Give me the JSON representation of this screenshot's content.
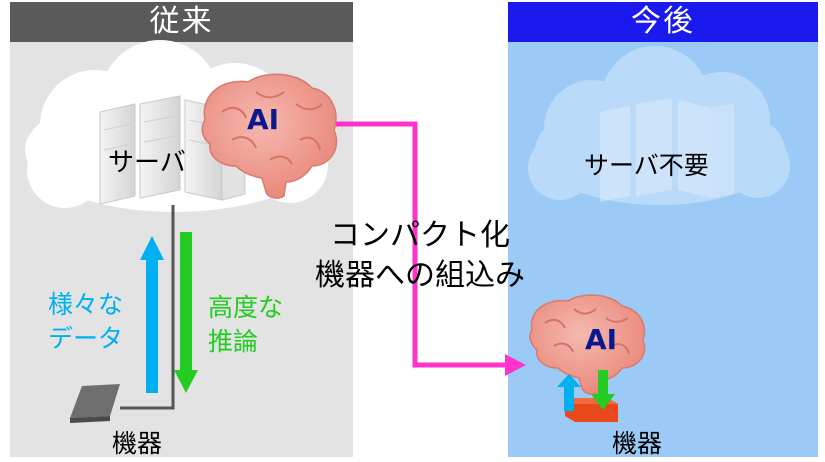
{
  "before": {
    "header": "従来",
    "server_label": "サーバ",
    "ai_label": "AI",
    "up_label_line1": "様々な",
    "up_label_line2": "データ",
    "down_label_line1": "高度な",
    "down_label_line2": "推論",
    "device_label": "機器"
  },
  "after": {
    "header": "今後",
    "server_label": "サーバ不要",
    "ai_label": "AI",
    "device_label": "機器"
  },
  "transition": {
    "line1": "コンパクト化",
    "line2": "機器への組込み"
  },
  "colors": {
    "before_header": "#5a5a5a",
    "before_bg": "#e3e3e3",
    "after_header": "#1a1aee",
    "after_bg": "#9ccaf6",
    "data_arrow": "#00b0f0",
    "inference_arrow": "#22cc22",
    "transition_arrow": "#ff33cc"
  }
}
